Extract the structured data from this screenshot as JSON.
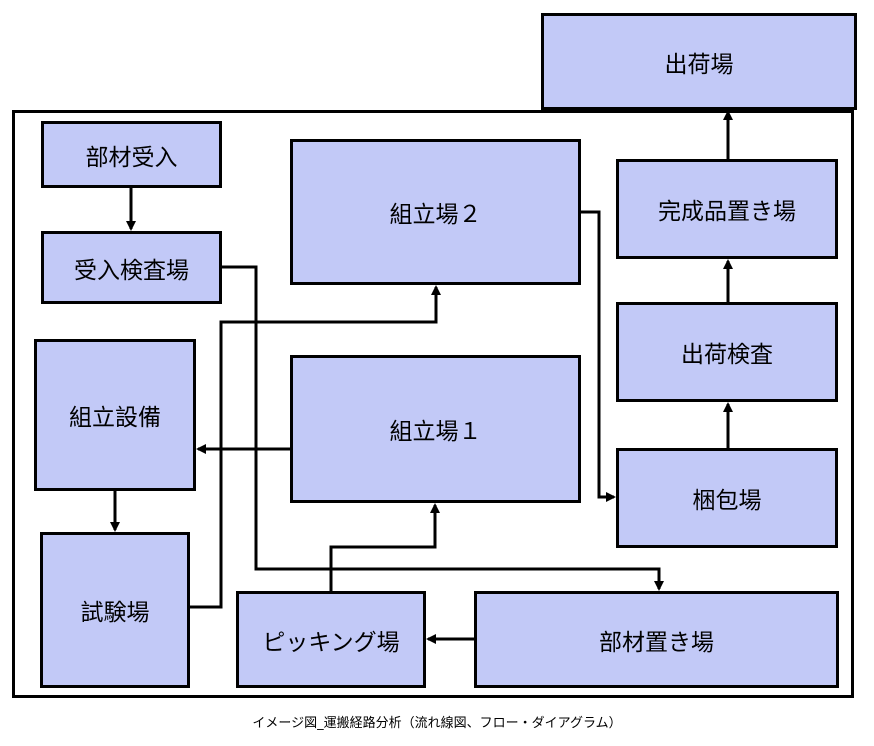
{
  "nodes": {
    "shipping_area": "出荷場",
    "material_receiving": "部材受入",
    "receiving_inspection": "受入検査場",
    "assembly_2": "組立場２",
    "finished_goods": "完成品置き場",
    "shipping_inspection": "出荷検査",
    "assembly_equipment": "組立設備",
    "assembly_1": "組立場１",
    "packing": "梱包場",
    "test_area": "試験場",
    "picking": "ピッキング場",
    "parts_storage": "部材置き場"
  },
  "caption": "イメージ図_運搬経路分析（流れ線図、フロー・ダイアグラム）",
  "colors": {
    "box_fill": "#c2c9f7",
    "line": "#000000"
  }
}
